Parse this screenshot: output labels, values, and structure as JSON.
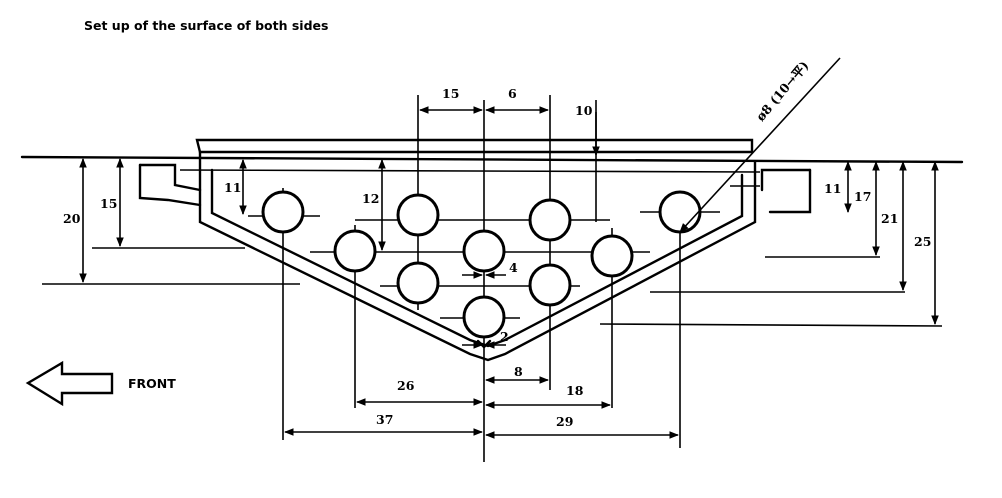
{
  "title": "Set up of the surface of both sides",
  "front_label": "FRONT",
  "hole_callout": "ø8 (10→平)",
  "dimensions": {
    "top_15": "15",
    "top_6": "6",
    "top_10": "10",
    "left_20": "20",
    "left_15": "15",
    "left_11": "11",
    "left_12": "12",
    "right_11": "11",
    "right_17": "17",
    "right_21": "21",
    "right_25": "25",
    "center_4": "4",
    "center_2": "2",
    "bottom_8": "8",
    "bottom_26": "26",
    "bottom_18": "18",
    "bottom_37": "37",
    "bottom_29": "29"
  }
}
